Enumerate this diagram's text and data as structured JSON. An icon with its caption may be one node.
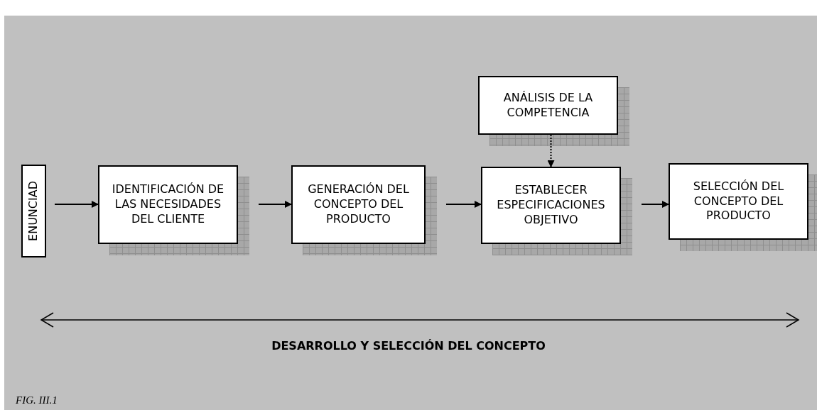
{
  "diagram": {
    "caption": "FIG. III.1",
    "nodes": [
      {
        "text": [
          "ENUNCIAD"
        ]
      },
      {
        "text": [
          "IDENTIFICACIÓN DE LAS NECESIDADES DEL CLIENTE"
        ]
      },
      {
        "text": [
          "GENERACIÓN DEL CONCEPTO DEL PRODUCTO"
        ]
      },
      {
        "text": [
          "ANÁLISIS DE LA COMPETENCIA"
        ]
      },
      {
        "text": [
          "ESTABLECER ESPECIFICACIONES OBJETIVO"
        ]
      },
      {
        "text": [
          "SELECCIÓN DEL CONCEPTO DEL PRODUCTO"
        ]
      }
    ],
    "edges": [
      {
        "from": 0,
        "to": 1,
        "arrow": "to"
      },
      {
        "from": 1,
        "to": 2,
        "arrow": "to"
      },
      {
        "from": 2,
        "to": 4,
        "arrow": "to"
      },
      {
        "from": 3,
        "to": 4,
        "arrow": "to",
        "style": "dashed"
      },
      {
        "from": 4,
        "to": 5,
        "arrow": "to"
      }
    ],
    "labels": [
      "DESARROLLO Y SELECCIÓN DEL CONCEPTO"
    ]
  }
}
